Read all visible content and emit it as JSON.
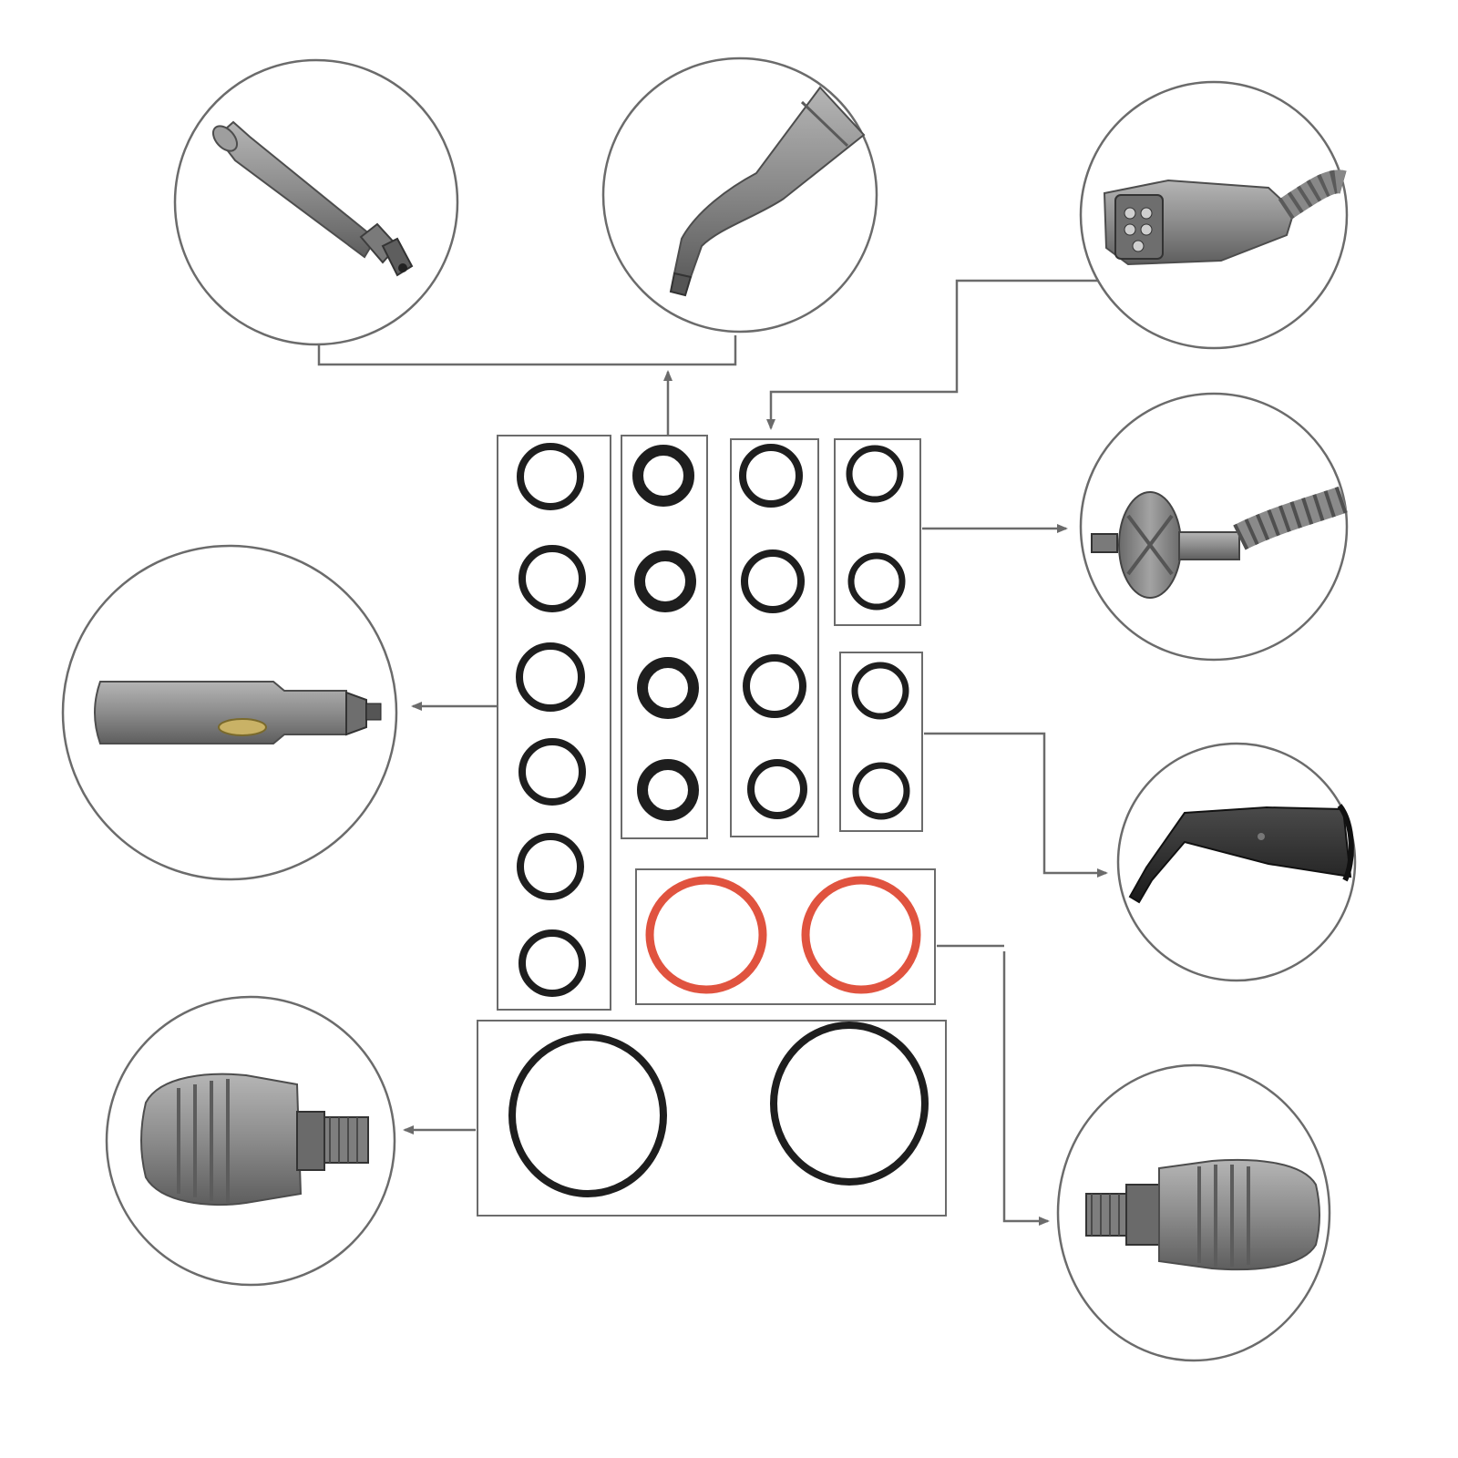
{
  "diagram": {
    "kind": "o-ring kit to steam cleaner part mapping",
    "colors": {
      "background": "#ffffff",
      "outline": "#6b6b6b",
      "ring_black": "#1e1e1e",
      "ring_red": "#e0533f",
      "part_gray": "#8f8f8f",
      "part_dark": "#2b2b2b"
    },
    "ring_groups": [
      {
        "id": "g1",
        "color": "black",
        "count": 6,
        "target": "extension-tube"
      },
      {
        "id": "g2",
        "color": "black",
        "count": 4,
        "target": "angled-nozzles"
      },
      {
        "id": "g3",
        "color": "black",
        "count": 4,
        "target": "hose-connector"
      },
      {
        "id": "g4",
        "color": "black",
        "count": 2,
        "target": "hose-handle"
      },
      {
        "id": "g5",
        "color": "black",
        "count": 2,
        "target": "black-angled-nozzle"
      },
      {
        "id": "g6",
        "color": "red",
        "count": 2,
        "target": "round-brush-right"
      },
      {
        "id": "g7",
        "color": "black",
        "count": 2,
        "target": "round-brush-left"
      }
    ],
    "parts": [
      {
        "id": "straight-lance",
        "icon": "lance-icon"
      },
      {
        "id": "angled-nozzle",
        "icon": "angled-nozzle-icon"
      },
      {
        "id": "hose-connector",
        "icon": "hose-connector-icon"
      },
      {
        "id": "hose-handle",
        "icon": "hose-handle-icon"
      },
      {
        "id": "extension-tube",
        "icon": "extension-tube-icon"
      },
      {
        "id": "black-angled-nozzle",
        "icon": "black-nozzle-icon"
      },
      {
        "id": "round-brush-left",
        "icon": "brush-nozzle-icon"
      },
      {
        "id": "round-brush-right",
        "icon": "brush-nozzle-icon"
      }
    ]
  }
}
